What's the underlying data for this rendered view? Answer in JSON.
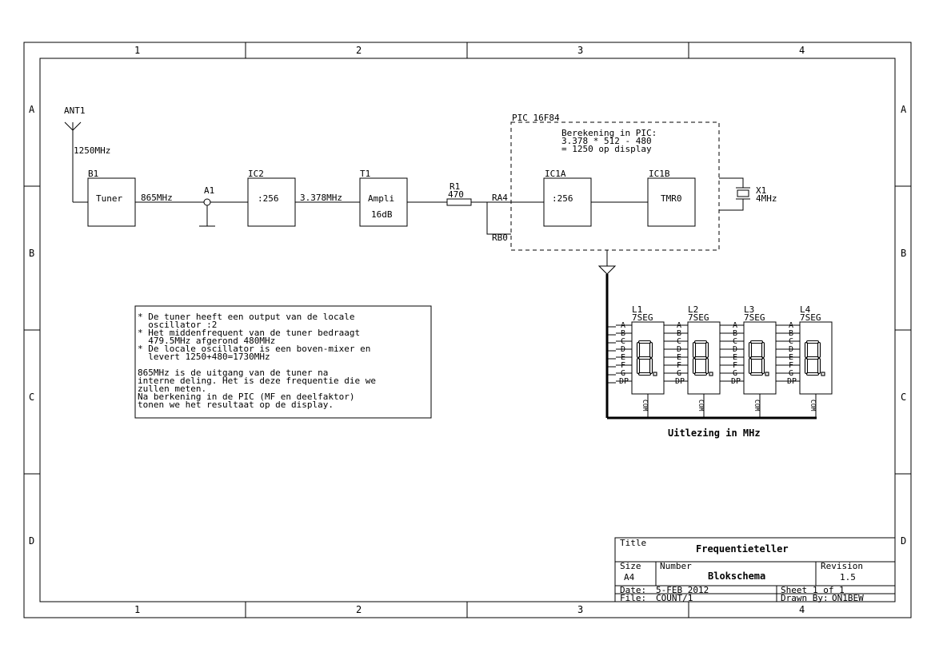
{
  "frame": {
    "columns": [
      "1",
      "2",
      "3",
      "4"
    ],
    "rows": [
      "A",
      "B",
      "C",
      "D"
    ]
  },
  "antenna": {
    "ref": "ANT1",
    "freq": "1250MHz"
  },
  "tuner": {
    "ref": "B1",
    "label": "Tuner",
    "out_freq": "865MHz"
  },
  "probe": {
    "ref": "A1"
  },
  "divider": {
    "ref": "IC2",
    "label": ":256",
    "out_freq": "3.378MHz"
  },
  "amplifier": {
    "ref": "T1",
    "label": "Ampli",
    "gain": "16dB"
  },
  "resistor": {
    "ref": "R1",
    "value": "470"
  },
  "pic": {
    "title": "PIC 16F84",
    "calc": [
      "Berekening in PIC:",
      "3.378 * 512 - 480",
      "= 1250 op display"
    ],
    "pin_ra4": "RA4",
    "pin_rb0": "RB0",
    "prescaler": {
      "ref": "IC1A",
      "label": ":256"
    },
    "timer": {
      "ref": "IC1B",
      "label": "TMR0"
    }
  },
  "crystal": {
    "ref": "X1",
    "freq": "4MHz"
  },
  "displays": [
    {
      "ref": "L1",
      "type": "7SEG"
    },
    {
      "ref": "L2",
      "type": "7SEG"
    },
    {
      "ref": "L3",
      "type": "7SEG"
    },
    {
      "ref": "L4",
      "type": "7SEG"
    }
  ],
  "segment_pins": [
    "A",
    "B",
    "C",
    "D",
    "E",
    "F",
    "G",
    "DP"
  ],
  "com_pin": "COM",
  "readout_caption": "Uitlezing in MHz",
  "notes": [
    "* De tuner heeft een output van de locale",
    "  oscillator :2",
    "* Het middenfrequent van de tuner bedraagt",
    "  479.5MHz afgerond 480MHz",
    "* De locale oscillator is een boven-mixer en",
    "  levert 1250+480=1730MHz",
    "",
    "865MHz is de uitgang van de tuner na",
    "interne deling. Het is deze frequentie die we",
    "zullen meten.",
    "Na berkening in de PIC (MF en deelfaktor)",
    "tonen we het resultaat op de display."
  ],
  "title_block": {
    "title_label": "Title",
    "title": "Frequentieteller",
    "size_label": "Size",
    "size": "A4",
    "number_label": "Number",
    "number": "Blokschema",
    "revision_label": "Revision",
    "revision": "1.5",
    "date_label": "Date:",
    "date": "5-FEB  2012",
    "sheet_label": "Sheet",
    "sheet": "1 of   1",
    "file_label": "File:",
    "file": "COUNT/1",
    "drawn_label": "Drawn By:",
    "drawn": "ON1BEW"
  }
}
